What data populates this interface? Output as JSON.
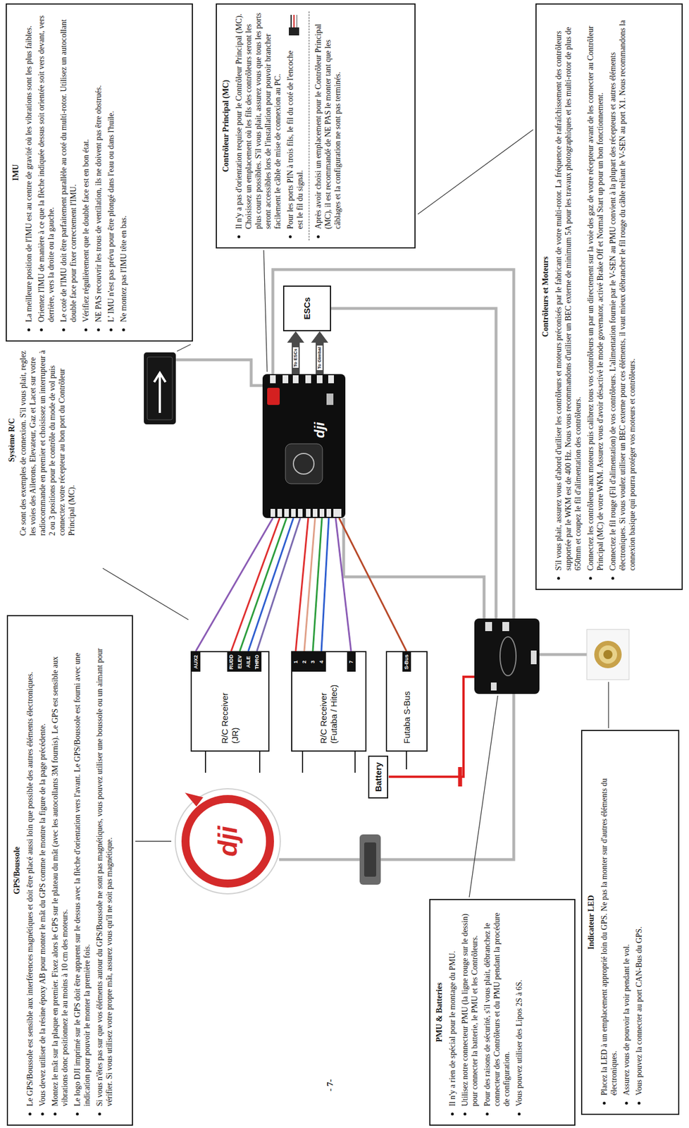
{
  "diagram": {
    "nodes": [
      {
        "text": [
          "GPS/Boussole",
          "Le GPS/Boussole est sensible aux interférences magnétiques et doit être placé aussi loin que possible des autres éléments électroniques.",
          "Vous devez utiliser de la résine époxy AB pour monter le mât du GPS comme le montre la figure de la page précédente.",
          "Montez le mât sur la plaque en premier. Fixez alors le GPS sur le plateau du mât (avec les autocollants 3M fournis). Le GPS est sensible aux vibrations donc positionnez le au moins à 10 cm des moteurs.",
          "Le logo DJI imprimé sur le GPS doit être apparent sur le dessus avec la flèche d'orientation vers l'avant. Le GPS/Boussole est fourni avec une indication pour pouvoir le monter la première fois.",
          "Si vous n'êtes pas sur que vos éléments autour du GPS/Boussole ne sont pas magnétiques, vous pouvez utiliser une boussole ou un aimant pour vérifier. Si vous utilisez votre propre mât, assurez vous qu'il ne soit pas magnétique."
        ]
      },
      {
        "text": [
          "IMU",
          "La meilleure position de l'IMU est au centre de gravité où les vibrations sont les plus faibles.",
          "Orientez l'IMU de manière à ce que la flèche indiquée dessus soit orientée soit vers devant, vers derrière, vers la droite ou la gauche.",
          "Le coté de l'IMU doit être parfaitement parallèle au coté du multi-rotor. Utilisez un autocollant double face pour fixer correctement l'IMU.",
          "Vérifiez régulièrement que le double face est en bon état.",
          "NE PAS recouvrir les trous de ventilation, ils ne doivent pas être obstrués.",
          "L' IMU n'est pas prévu pour être plongé dans l'eau ou dans l'huile.",
          "Ne montez pas l'IMU tête en bas."
        ]
      },
      {
        "text": [
          "Contrôleur Principal (MC)",
          "Il n'y a pas d'orientation requise pour le Contrôleur Principal (MC). Choisissez un emplacement où les fils des contrôleurs seront les plus courts possibles. S'il vous plait, assurez vous que tous les ports seront accessibles lors de l'installation pour pouvoir brancher facilement le câble de mise de connexion au PC.",
          "Pour les ports PIN à trois fils, le fil du coté de l'encoche est le fil du signal.",
          "Après avoir choisi un emplacement pour le Contrôleur Principal (MC), il est recommandé de NE PAS le monter tant que les câblages et la configuration ne sont pas terminés."
        ]
      },
      {
        "text": [
          "dji"
        ]
      },
      {
        "text": [
          "R/C Receiver (JR)",
          "AUX2",
          "RUDD",
          "ELEV",
          "AILE",
          "THRO"
        ]
      },
      {
        "text": [
          "dji"
        ]
      },
      {
        "text": [
          "ESCs"
        ]
      },
      {
        "text": [
          "R/C Receiver (Futaba / Hitec)",
          "1",
          "2",
          "3",
          "4",
          "7"
        ]
      },
      {
        "text": [
          "Battery"
        ]
      },
      {
        "text": [
          "Futaba S-Bus",
          "S-Bus"
        ]
      },
      {
        "text": [
          "PMU & Batteries",
          "Il n'y a rien de spécial pour le montage du PMU.",
          "Utilisez notre connecteur PMU (la ligne rouge sur le dessin) pour connecter la batterie, le PMU et les Contrôleurs.",
          "Pour des raisons de sécurité, s'il vous plait, débranchez le connecteur des Contrôleurs et du PMU pendant la procédure de configuration.",
          "Vous pouvez utiliser des Lipos 2S à 6S."
        ]
      },
      {
        "text": [
          "Contrôleurs et Moteurs",
          "S'il vous plait, assurez vous d'abord d'utiliser les contrôleurs et moteurs préconisés par le fabricant de votre multi-rotor. La fréquence de rafraîchissement des contrôleurs supportée par le WKM est de 400 Hz. Nous vous recommandons d'utiliser un BEC externe de minimum 5A pour les travaux photographiques et les multi-rotor de plus de 650mm et coupez le fil d'alimentation des contrôleurs.",
          "Connectez les contrôleurs aux moteurs puis calibrez tous vos contrôleurs un par un directement sur la voie des gaz de votre récepteur avant de les connecter au Contrôleur Principal (MC) de votre WKM. Assurez vous d'avoir désactivé le mode governator, activé Brake Off et Normal Start up pour un bon fonctionnement.",
          "Connectez le fil rouge (Fil d'alimentation) de vos contrôleurs. L'alimentation fournie par le V-SEN au PMU convient à la plupart des récepteurs et autres éléments électroniques. Si vous voulez utiliser un BEC externe pour ces éléments, il vaut mieux débrancher le fil rouge du câble reliant le V-SEN au port X1. Nous recommandons la connexion basique qui pourra protéger vos moteurs et contrôleurs."
        ]
      },
      {
        "text": [
          "Indicateur LED",
          "Placez la LED à un emplacement approprié loin du GPS. Ne pas la monter sur d'autres éléments du électroniques.",
          "Assurez vous de pouvoir la voir pendant le vol.",
          "Vous pouvez la connecter au port CAN-Bus du GPS."
        ]
      }
    ],
    "edges": [
      {
        "from": 5,
        "to": 6,
        "arrow": "to",
        "label": "To ESCs"
      },
      {
        "from": 5,
        "to": 6,
        "arrow": "to",
        "label": "To Gimbal"
      },
      {
        "from": 5,
        "to": 4,
        "arrow": "none"
      },
      {
        "from": 5,
        "to": 4,
        "arrow": "none"
      },
      {
        "from": 5,
        "to": 4,
        "arrow": "none"
      },
      {
        "from": 5,
        "to": 4,
        "arrow": "none"
      },
      {
        "from": 5,
        "to": 4,
        "arrow": "none"
      },
      {
        "from": 5,
        "to": 7,
        "arrow": "none"
      },
      {
        "from": 5,
        "to": 7,
        "arrow": "none"
      },
      {
        "from": 5,
        "to": 7,
        "arrow": "none"
      },
      {
        "from": 5,
        "to": 7,
        "arrow": "none"
      },
      {
        "from": 5,
        "to": 7,
        "arrow": "none"
      },
      {
        "from": 5,
        "to": 9,
        "arrow": "none"
      }
    ],
    "labels": [
      "Système R/C",
      "Ce sont des exemples de connexion. S'il vous plait, reglez les voies des Ailerons, Elevateur, Gaz et Lacet sur votre radiocommande en premier et choisissez un interrupteur à 2 ou 3 positions pour le contrôle du mode de vol puis connectez votre récepteur au bon port du Contrôleur Principal (MC).",
      "- 7-"
    ]
  }
}
